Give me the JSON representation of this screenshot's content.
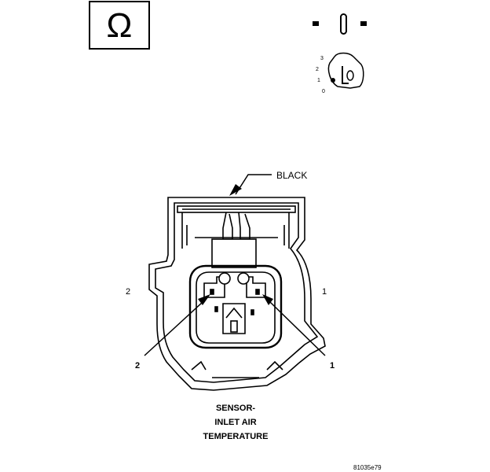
{
  "symbols": {
    "ohm_glyph": "Ω",
    "ohm_icon": "ohm-symbol-icon",
    "toggle_icon": "toggle-switch-icon",
    "selector_icon": "rotary-selector-icon",
    "toggle_left": "",
    "toggle_right": "",
    "selector_positions": [
      "3",
      "2",
      "1",
      "0"
    ]
  },
  "connector": {
    "color_label": "BLACK",
    "pins": [
      {
        "number": "2",
        "side_label": "2",
        "callout_label": "2"
      },
      {
        "number": "1",
        "side_label": "1",
        "callout_label": "1"
      }
    ],
    "title_lines": [
      "SENSOR-",
      "INLET AIR",
      "TEMPERATURE"
    ]
  },
  "figure_id": "81035e79"
}
